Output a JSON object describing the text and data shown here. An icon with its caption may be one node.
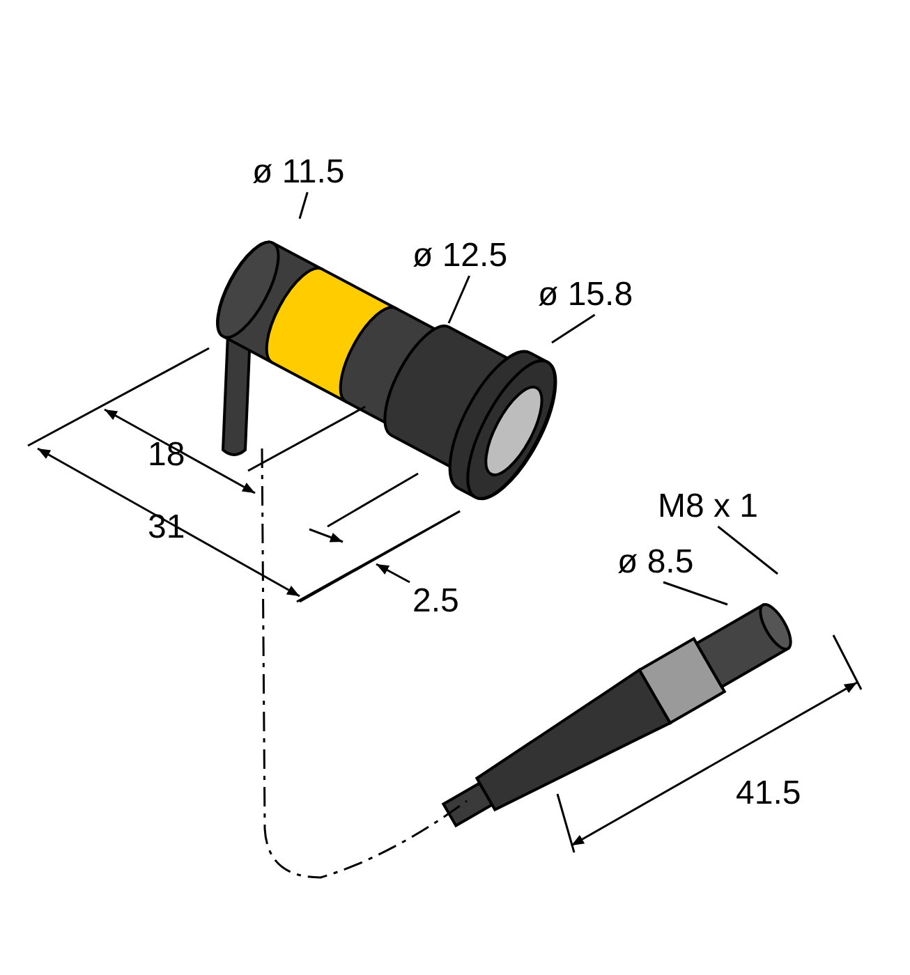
{
  "diagram": {
    "nodes": [
      {
        "text": [
          "ø 11.5"
        ]
      },
      {
        "text": [
          "ø 12.5"
        ]
      },
      {
        "text": [
          "ø 15.8"
        ]
      },
      {
        "text": [
          "M8 x 1"
        ]
      },
      {
        "text": [
          "ø 8.5"
        ]
      }
    ],
    "edges": [
      {
        "from": 0,
        "to": null,
        "arrow": "none"
      },
      {
        "from": 1,
        "to": null,
        "arrow": "none"
      },
      {
        "from": 2,
        "to": null,
        "arrow": "none"
      },
      {
        "from": 3,
        "to": null,
        "arrow": "none"
      },
      {
        "from": 4,
        "to": null,
        "arrow": "none"
      }
    ],
    "labels": [
      "18",
      "31",
      "2.5",
      "41.5"
    ]
  }
}
